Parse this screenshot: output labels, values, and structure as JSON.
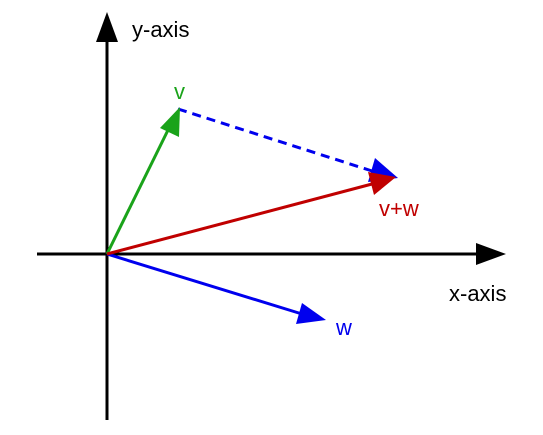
{
  "diagram": {
    "labels": {
      "y_axis": "y-axis",
      "x_axis": "x-axis",
      "v": "v",
      "w": "w",
      "sum": "v+w"
    },
    "colors": {
      "axis": "#000000",
      "v": "#1aa31a",
      "w": "#0000ee",
      "sum": "#c00000",
      "background": "#ffffff"
    }
  }
}
